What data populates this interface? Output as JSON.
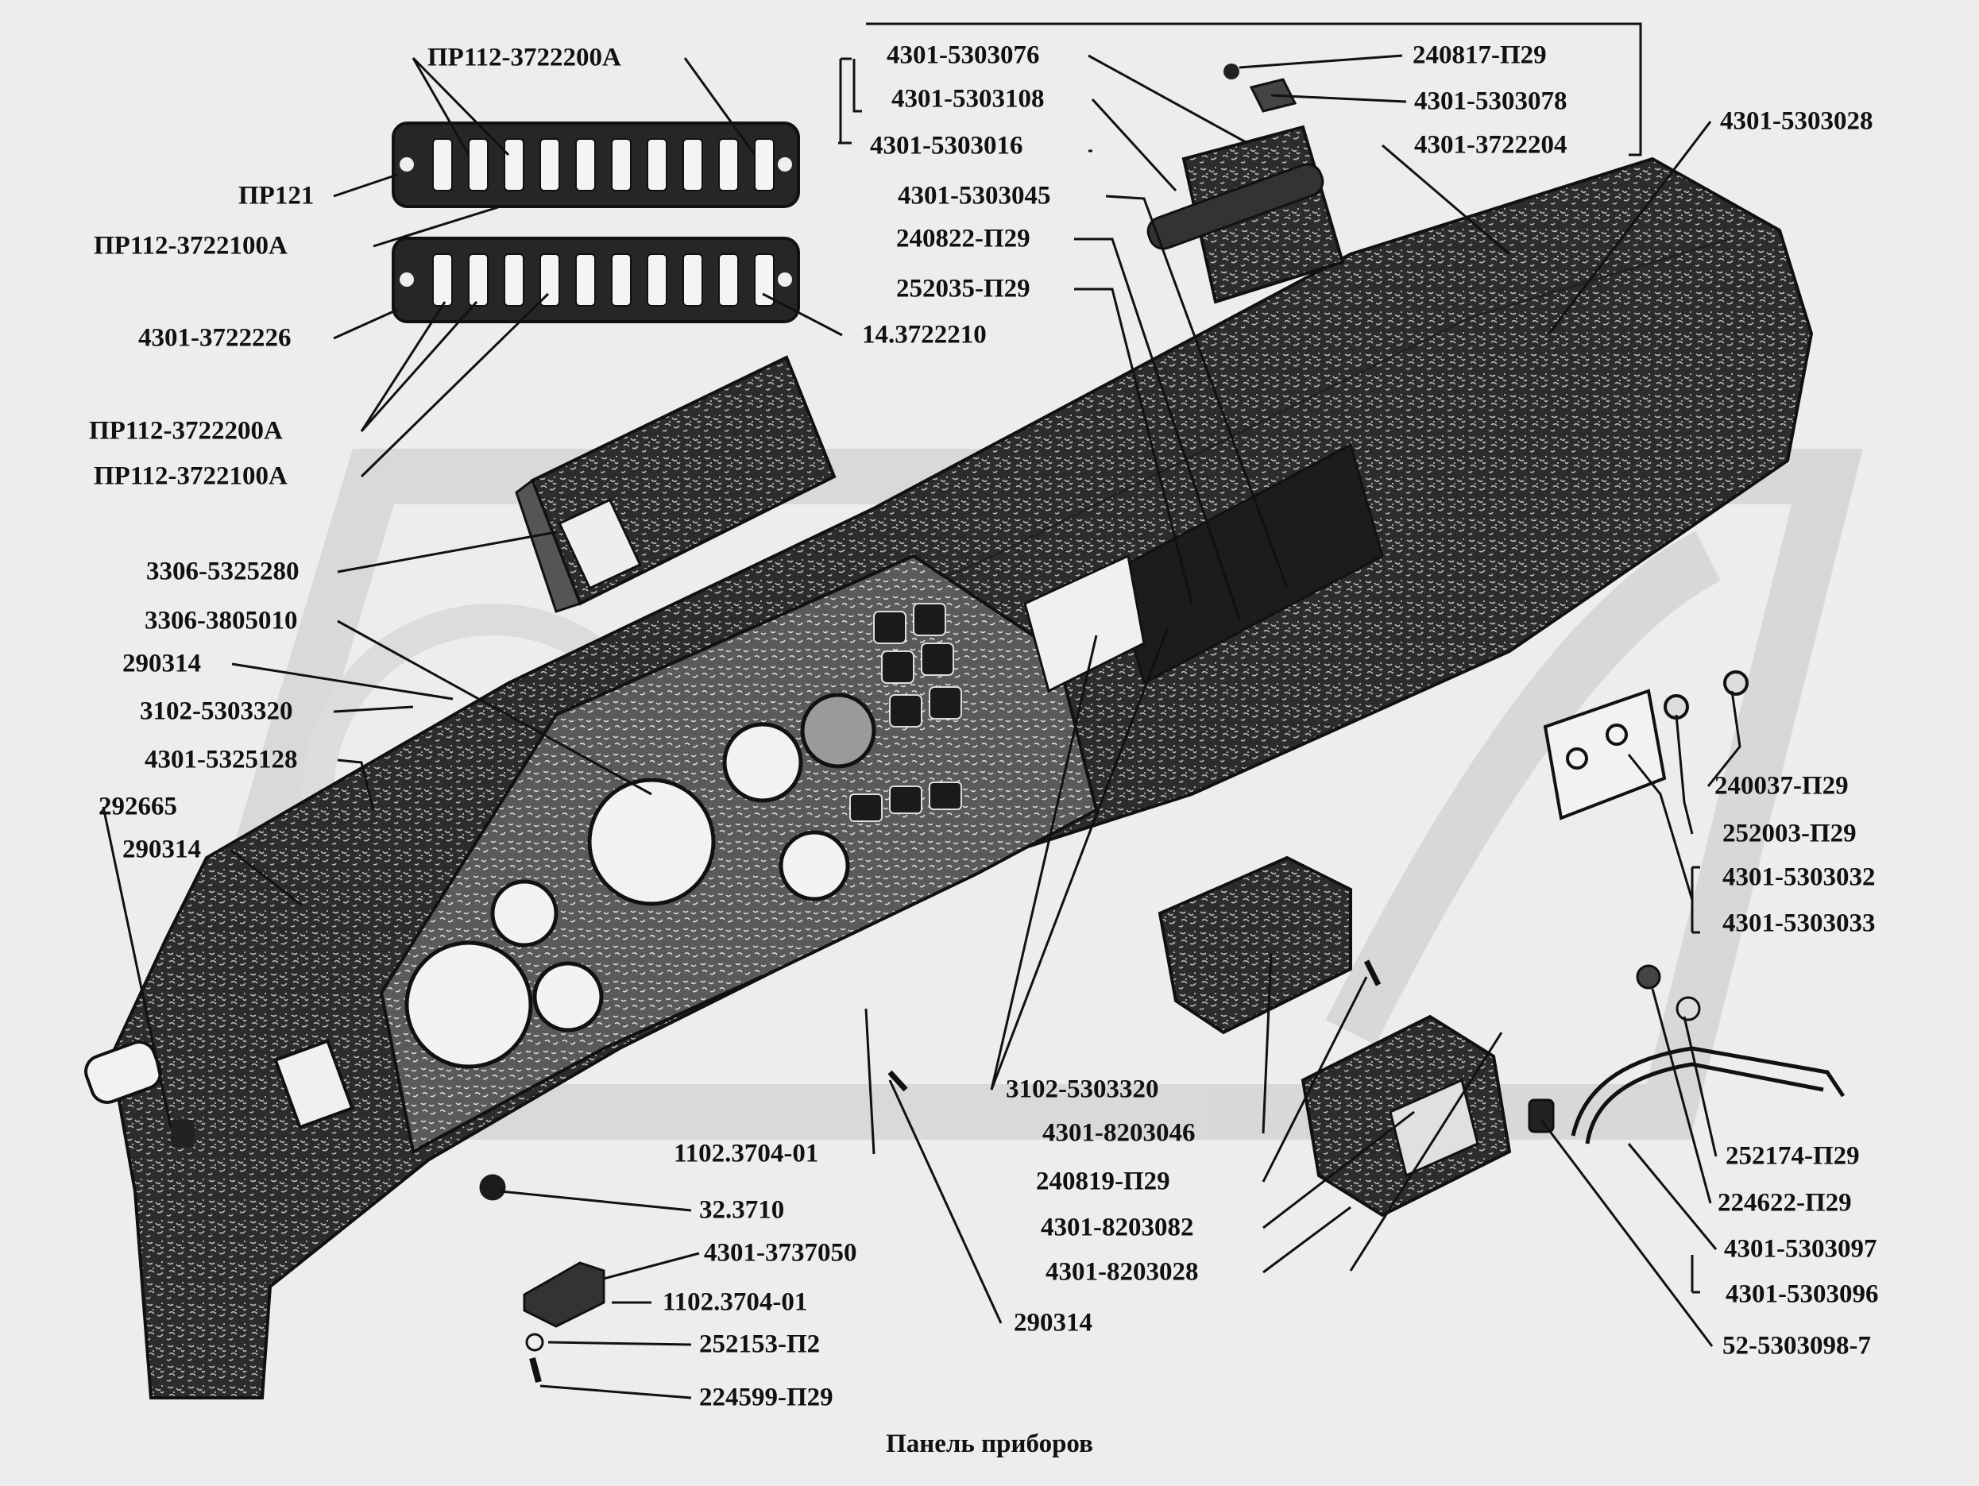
{
  "caption": "Панель приборов",
  "labels": {
    "pr112_3722200a_top": "ПР112-3722200А",
    "pr121": "ПР121",
    "pr112_3722100a_top": "ПР112-3722100А",
    "n4301_3722226": "4301-3722226",
    "pr112_3722200a_bottom": "ПР112-3722200А",
    "pr112_3722100a_bottom": "ПР112-3722100А",
    "n14_3722210": "14.3722210",
    "n3306_5325280": "3306-5325280",
    "n3306_3805010": "3306-3805010",
    "n290314_a": "290314",
    "n3102_5303320_left": "3102-5303320",
    "n4301_5325128": "4301-5325128",
    "n292665": "292665",
    "n290314_b": "290314",
    "n4301_5303076": "4301-5303076",
    "n4301_5303108": "4301-5303108",
    "n4301_5303016": "4301-5303016",
    "n240817_p29": "240817-П29",
    "n4301_5303078": "4301-5303078",
    "n4301_3722204": "4301-3722204",
    "n4301_5303028": "4301-5303028",
    "n4301_5303045": "4301-5303045",
    "n240822_p29": "240822-П29",
    "n252035_p29": "252035-П29",
    "n240037_p29": "240037-П29",
    "n252003_p29": "252003-П29",
    "n4301_5303032": "4301-5303032",
    "n4301_5303033": "4301-5303033",
    "n3102_5303320_mid": "3102-5303320",
    "n4301_8203046": "4301-8203046",
    "n240819_p29": "240819-П29",
    "n4301_8203082": "4301-8203082",
    "n4301_8203028": "4301-8203028",
    "n1102_3704_01_a": "1102.3704-01",
    "n32_3710": "32.3710",
    "n4301_3737050": "4301-3737050",
    "n1102_3704_01_b": "1102.3704-01",
    "n252153_p2": "252153-П2",
    "n224599_p29": "224599-П29",
    "n290314_c": "290314",
    "n252174_p29": "252174-П29",
    "n224622_p29": "224622-П29",
    "n4301_5303097": "4301-5303097",
    "n4301_5303096": "4301-5303096",
    "n52_5303098_7": "52-5303098-7"
  },
  "colors": {
    "background": "#ededed",
    "watermark": "#d4d4d4",
    "ink": "#111111",
    "panel_dark": "#3a3a3a",
    "panel_speckle": "#8a8a8a"
  }
}
